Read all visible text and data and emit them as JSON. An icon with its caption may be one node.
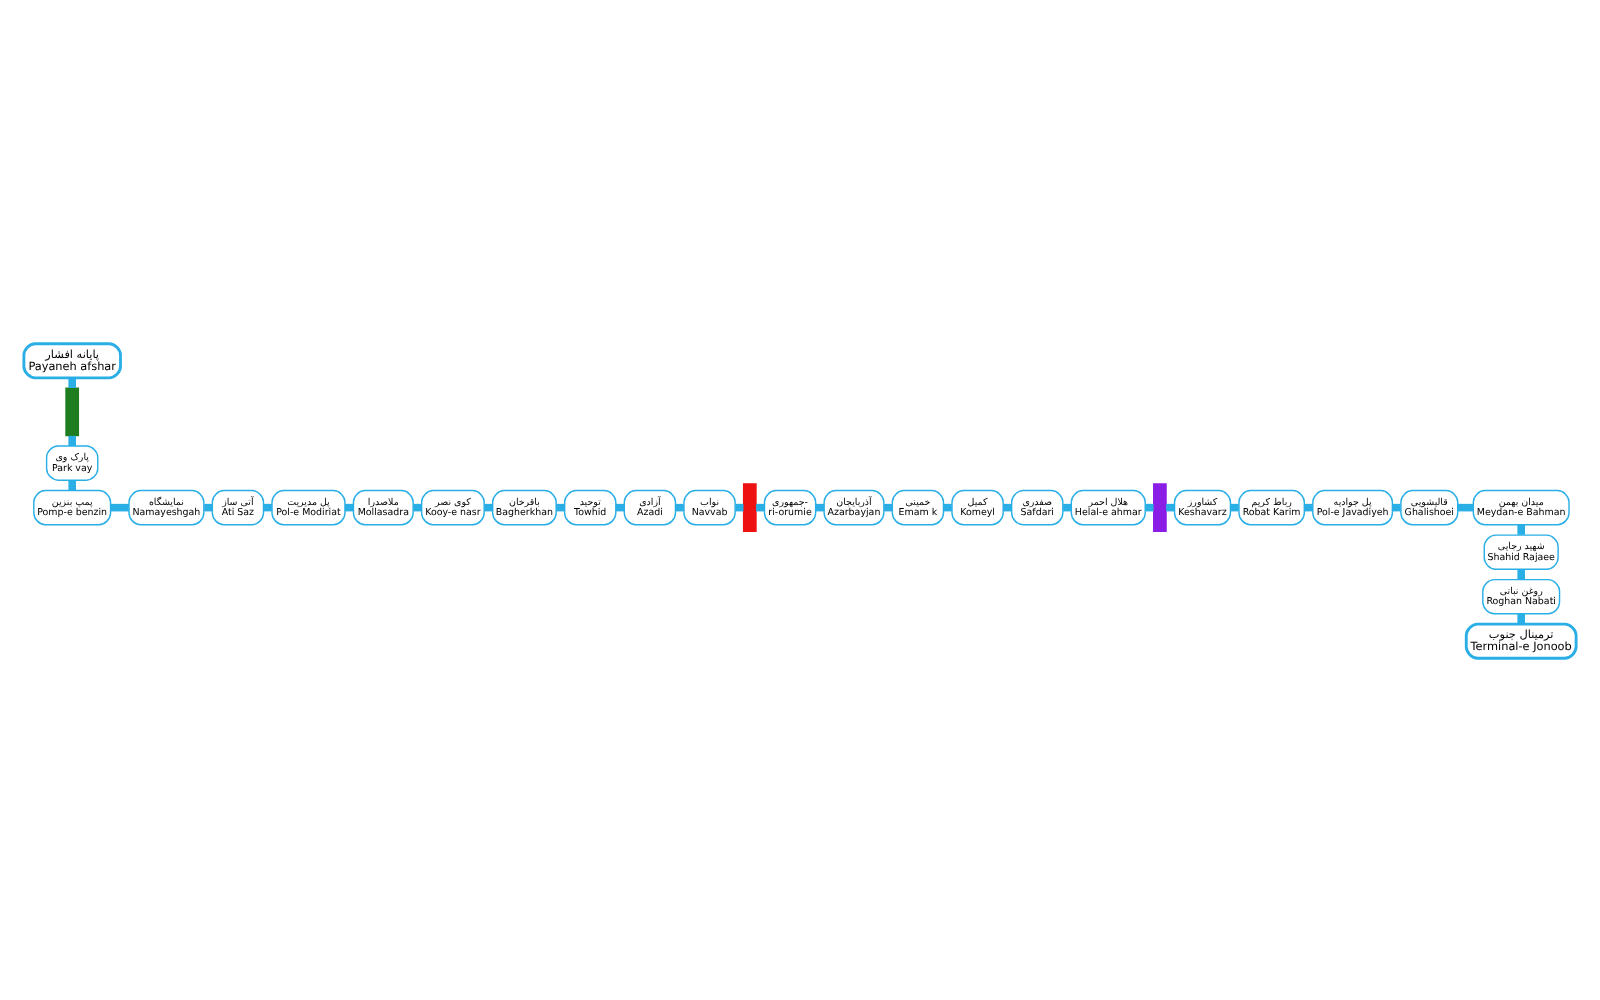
{
  "diagram": {
    "nodes": [
      {
        "text": [
          "پایانه افشار",
          "Payaneh afshar"
        ]
      },
      {
        "text": [],
        "shape": "bar"
      },
      {
        "text": [
          "پارک وی",
          "Park vay"
        ]
      },
      {
        "text": [
          "پمپ بنزین",
          "Pomp-e benzin"
        ]
      },
      {
        "text": [
          "نمایشگاه",
          "Namayeshgah"
        ]
      },
      {
        "text": [
          "آتی ساز",
          "Ati Saz"
        ]
      },
      {
        "text": [
          "پل مدیریت",
          "Pol-e Modiriat"
        ]
      },
      {
        "text": [
          "ملاصدرا",
          "Mollasadra"
        ]
      },
      {
        "text": [
          "کوی نصر",
          "Kooy-e nasr"
        ]
      },
      {
        "text": [
          "باقرخان",
          "Bagherkhan"
        ]
      },
      {
        "text": [
          "توحید",
          "Towhid"
        ]
      },
      {
        "text": [
          "آزادی",
          "Azadi"
        ]
      },
      {
        "text": [
          "نواب",
          "Navvab"
        ]
      },
      {
        "text": [],
        "shape": "bar"
      },
      {
        "text": [
          "جمهوری-",
          "ri-orumie"
        ]
      },
      {
        "text": [
          "آذربایجان",
          "Azarbayjan"
        ]
      },
      {
        "text": [
          "خمینی",
          "Emam k"
        ]
      },
      {
        "text": [
          "کمیل",
          "Komeyl"
        ]
      },
      {
        "text": [
          "صفدری",
          "Safdari"
        ]
      },
      {
        "text": [
          "هلال احمر",
          "Helal-e ahmar"
        ]
      },
      {
        "text": [],
        "shape": "bar"
      },
      {
        "text": [
          "کشاورز",
          "Keshavarz"
        ]
      },
      {
        "text": [
          "رباط کریم",
          "Robat Karim"
        ]
      },
      {
        "text": [
          "پل جوادیه",
          "Pol-e Javadiyeh"
        ]
      },
      {
        "text": [
          "قالیشویی",
          "Ghalishoei"
        ]
      },
      {
        "text": [
          "میدان بهمن",
          "Meydan-e Bahman"
        ]
      },
      {
        "text": [
          "شهید رجایی",
          "Shahid Rajaee"
        ]
      },
      {
        "text": [
          "روغن نباتی",
          "Roghan Nabati"
        ]
      },
      {
        "text": [
          "ترمینال جنوب",
          "Terminal-e Jonoob"
        ]
      }
    ],
    "edges": [
      {
        "from": 0,
        "to": 1,
        "arrow": "none"
      },
      {
        "from": 1,
        "to": 2,
        "arrow": "none"
      },
      {
        "from": 2,
        "to": 3,
        "arrow": "none"
      },
      {
        "from": 3,
        "to": 4,
        "arrow": "none"
      },
      {
        "from": 4,
        "to": 5,
        "arrow": "none"
      },
      {
        "from": 5,
        "to": 6,
        "arrow": "none"
      },
      {
        "from": 6,
        "to": 7,
        "arrow": "none"
      },
      {
        "from": 7,
        "to": 8,
        "arrow": "none"
      },
      {
        "from": 8,
        "to": 9,
        "arrow": "none"
      },
      {
        "from": 9,
        "to": 10,
        "arrow": "none"
      },
      {
        "from": 10,
        "to": 11,
        "arrow": "none"
      },
      {
        "from": 11,
        "to": 12,
        "arrow": "none"
      },
      {
        "from": 12,
        "to": 13,
        "arrow": "none"
      },
      {
        "from": 13,
        "to": 14,
        "arrow": "none"
      },
      {
        "from": 14,
        "to": 15,
        "arrow": "none"
      },
      {
        "from": 15,
        "to": 16,
        "arrow": "none"
      },
      {
        "from": 16,
        "to": 17,
        "arrow": "none"
      },
      {
        "from": 17,
        "to": 18,
        "arrow": "none"
      },
      {
        "from": 18,
        "to": 19,
        "arrow": "none"
      },
      {
        "from": 19,
        "to": 20,
        "arrow": "none"
      },
      {
        "from": 20,
        "to": 21,
        "arrow": "none"
      },
      {
        "from": 21,
        "to": 22,
        "arrow": "none"
      },
      {
        "from": 22,
        "to": 23,
        "arrow": "none"
      },
      {
        "from": 23,
        "to": 24,
        "arrow": "none"
      },
      {
        "from": 24,
        "to": 25,
        "arrow": "none"
      },
      {
        "from": 25,
        "to": 26,
        "arrow": "none"
      },
      {
        "from": 26,
        "to": 27,
        "arrow": "none"
      },
      {
        "from": 27,
        "to": 28,
        "arrow": "none"
      }
    ]
  }
}
